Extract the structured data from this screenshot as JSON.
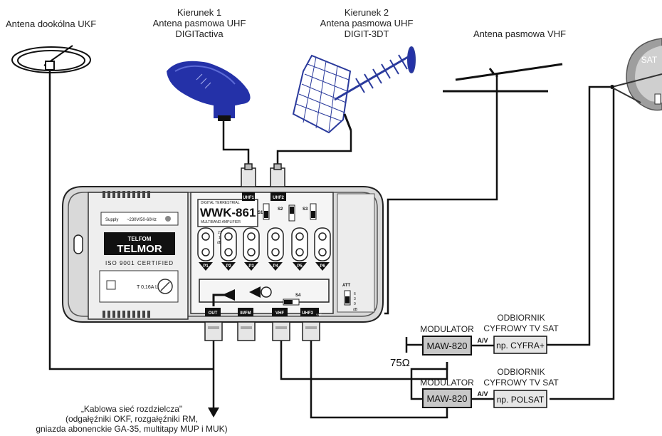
{
  "antennas": {
    "ukf": "Antena dookólna UKF",
    "uhf1": [
      "Kierunek 1",
      "Antena pasmowa UHF",
      "DIGITactiva"
    ],
    "uhf2": [
      "Kierunek 2",
      "Antena pasmowa UHF",
      "DIGIT-3DT"
    ],
    "vhf": "Antena pasmowa VHF",
    "sat": "SAT"
  },
  "amplifier": {
    "model": "WWK-861",
    "top_caption": "DIGITAL TERRESTRIAL",
    "subtitle": "MULTIBAND AMPLIFIER",
    "supply": "Supply",
    "supply_value": "~230V/50-60Hz",
    "brand_small": "TELFOM",
    "brand": "TELMOR",
    "cert": "ISO 9001 CERTIFIED",
    "fuse": "T 0,16A L",
    "inputs": [
      "UHF1",
      "UHF2"
    ],
    "switches": [
      "S1",
      "S2",
      "S3",
      "S4"
    ],
    "pots": [
      "P1",
      "P2",
      "P3",
      "P4",
      "P5",
      "P6"
    ],
    "gain_marks": [
      "21",
      "1",
      "dB"
    ],
    "att": "ATT",
    "att_values": [
      "6",
      "3",
      "0",
      "dB"
    ],
    "outputs": [
      "OUT",
      "III/FM",
      "VHF",
      "UHF3"
    ],
    "uhf3_sub": "VHF"
  },
  "modulators": [
    {
      "label": "MODULATOR",
      "model": "MAW-820",
      "av": "A/V"
    },
    {
      "label": "MODULATOR",
      "model": "MAW-820",
      "av": "A/V"
    }
  ],
  "receivers": [
    {
      "title": [
        "ODBIORNIK",
        "CYFROWY TV SAT"
      ],
      "name": "np. CYFRA+"
    },
    {
      "title": [
        "ODBIORNIK",
        "CYFROWY TV SAT"
      ],
      "name": "np. POLSAT"
    }
  ],
  "terminator": "75Ω",
  "cable_network": [
    "„Kablowa sieć rozdzielcza\"",
    "(odgałęźniki OKF, rozgałęźniki RM,",
    "gniazda abonenckie GA-35, multitapy MUP i MUK)"
  ]
}
